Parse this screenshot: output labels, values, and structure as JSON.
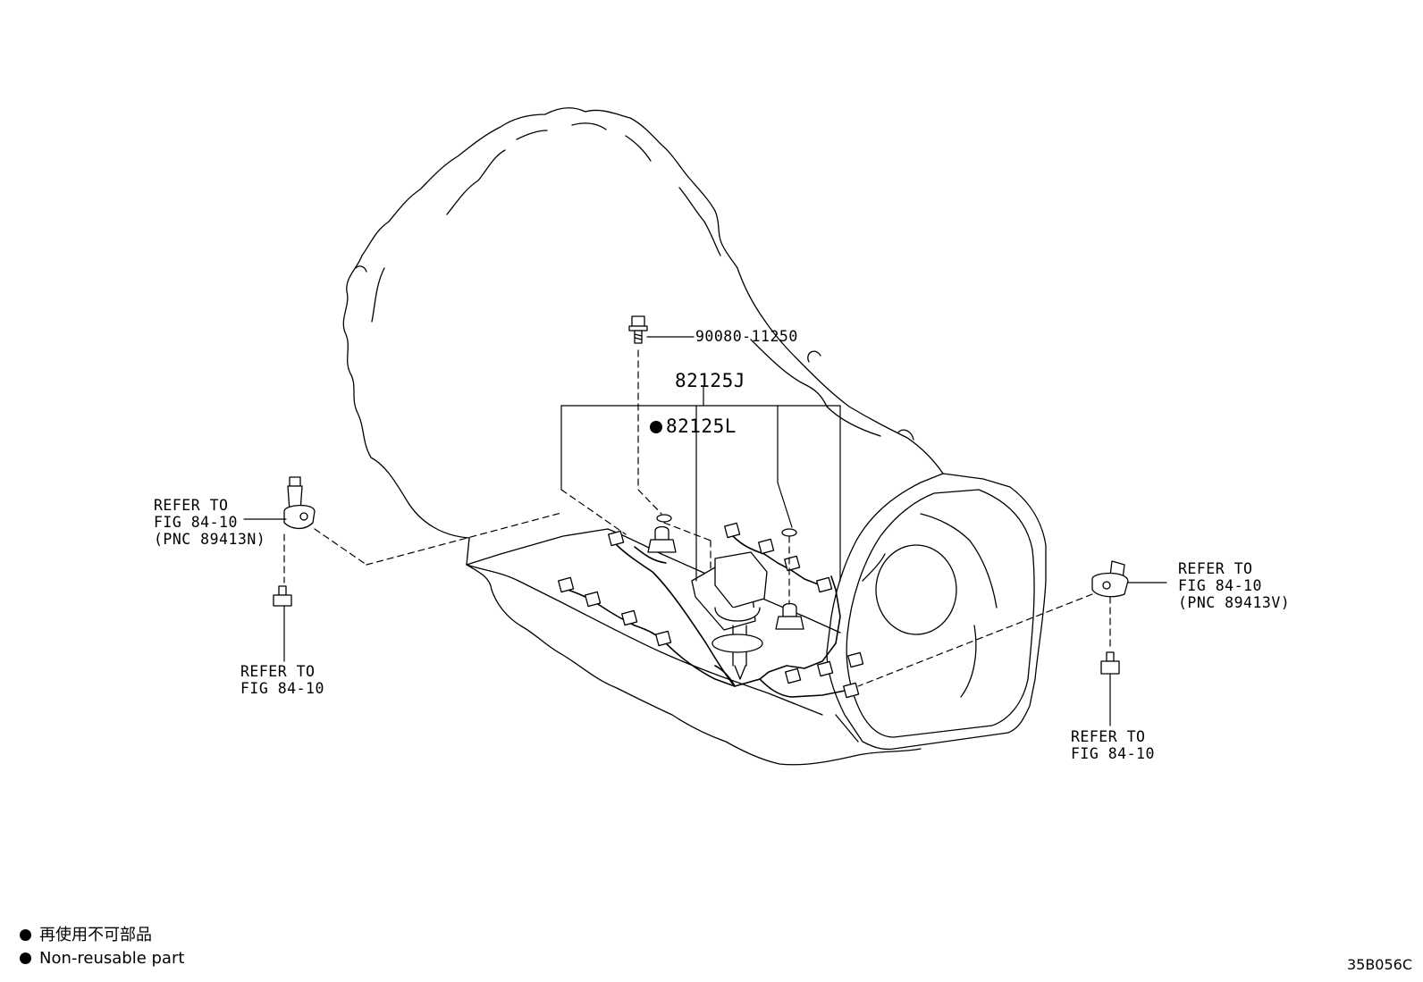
{
  "labels": {
    "bolt_part_no": "90080-11250",
    "harness_part_no": "82125J",
    "non_reusable_part_no": "82125L",
    "sensor_left": [
      "REFER TO",
      "FIG 84-10",
      "(PNC 89413N)"
    ],
    "bolt_left": [
      "REFER TO",
      "FIG 84-10"
    ],
    "sensor_right": [
      "REFER TO",
      "FIG 84-10",
      "(PNC 89413V)"
    ],
    "bolt_right": [
      "REFER TO",
      "FIG 84-10"
    ]
  },
  "legend": {
    "japanese": "再使用不可部品",
    "english": "Non-reusable part"
  },
  "figure_code": "35B056C"
}
